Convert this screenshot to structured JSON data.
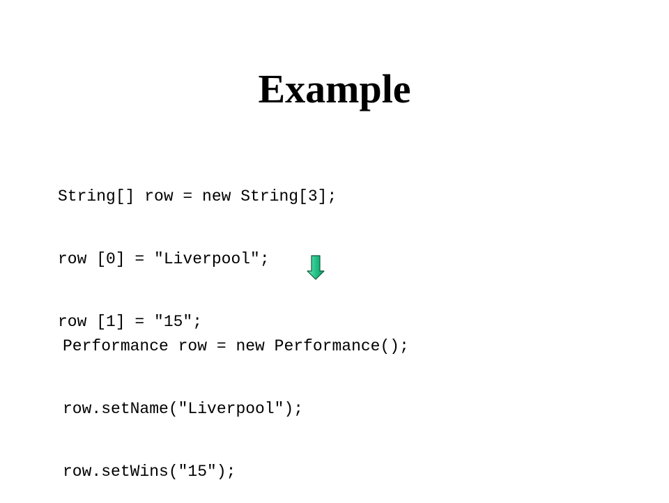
{
  "slide": {
    "title": "Example"
  },
  "code_before": {
    "lines": [
      "String[] row = new String[3];",
      "row [0] = \"Liverpool\";",
      "row [1] = \"15\";"
    ]
  },
  "code_after": {
    "lines": [
      "Performance row = new Performance();",
      "row.setName(\"Liverpool\");",
      "row.setWins(\"15\");"
    ]
  },
  "arrow": {
    "icon": "arrow-down-icon",
    "fill_color": "#22c38a",
    "stroke_color": "#0d5a3a"
  }
}
